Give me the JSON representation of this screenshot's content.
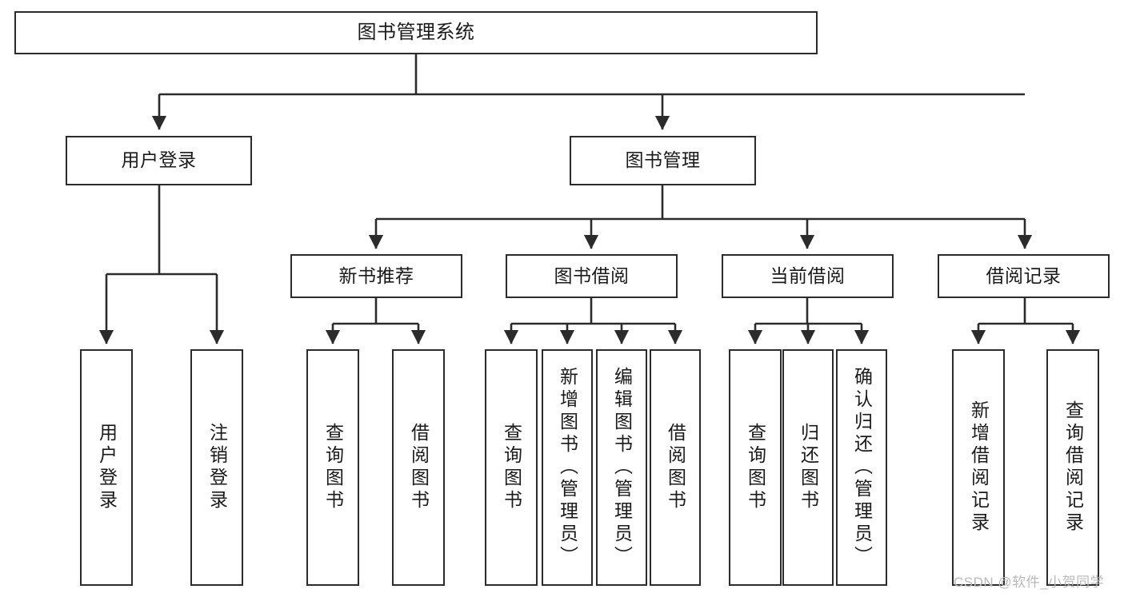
{
  "diagram": {
    "title": "图书管理系统",
    "stroke_color": "#2b2b2b",
    "background_color": "#ffffff",
    "watermark": "CSDN @软件_小贺同学",
    "nodes": {
      "root": {
        "label": "图书管理系统"
      },
      "l2": [
        {
          "id": "user-login",
          "label": "用户登录"
        },
        {
          "id": "book-manage",
          "label": "图书管理"
        }
      ],
      "l3": [
        {
          "id": "new-book-recommend",
          "label": "新书推荐"
        },
        {
          "id": "book-borrow",
          "label": "图书借阅"
        },
        {
          "id": "current-borrow",
          "label": "当前借阅"
        },
        {
          "id": "borrow-record",
          "label": "借阅记录"
        }
      ],
      "leaves": [
        {
          "id": "leaf-user-login",
          "label": "用户登录"
        },
        {
          "id": "leaf-logout-login",
          "label": "注销登录"
        },
        {
          "id": "leaf-query-book-1",
          "label": "查询图书"
        },
        {
          "id": "leaf-borrow-book-1",
          "label": "借阅图书"
        },
        {
          "id": "leaf-query-book-2",
          "label": "查询图书"
        },
        {
          "id": "leaf-add-book-admin",
          "label": "新增图书（管理员）"
        },
        {
          "id": "leaf-edit-book-admin",
          "label": "编辑图书（管理员）"
        },
        {
          "id": "leaf-borrow-book-2",
          "label": "借阅图书"
        },
        {
          "id": "leaf-query-book-3",
          "label": "查询图书"
        },
        {
          "id": "leaf-return-book",
          "label": "归还图书"
        },
        {
          "id": "leaf-confirm-return-admin",
          "label": "确认归还（管理员）"
        },
        {
          "id": "leaf-add-borrow-record",
          "label": "新增借阅记录"
        },
        {
          "id": "leaf-query-borrow-record",
          "label": "查询借阅记录"
        }
      ]
    }
  }
}
